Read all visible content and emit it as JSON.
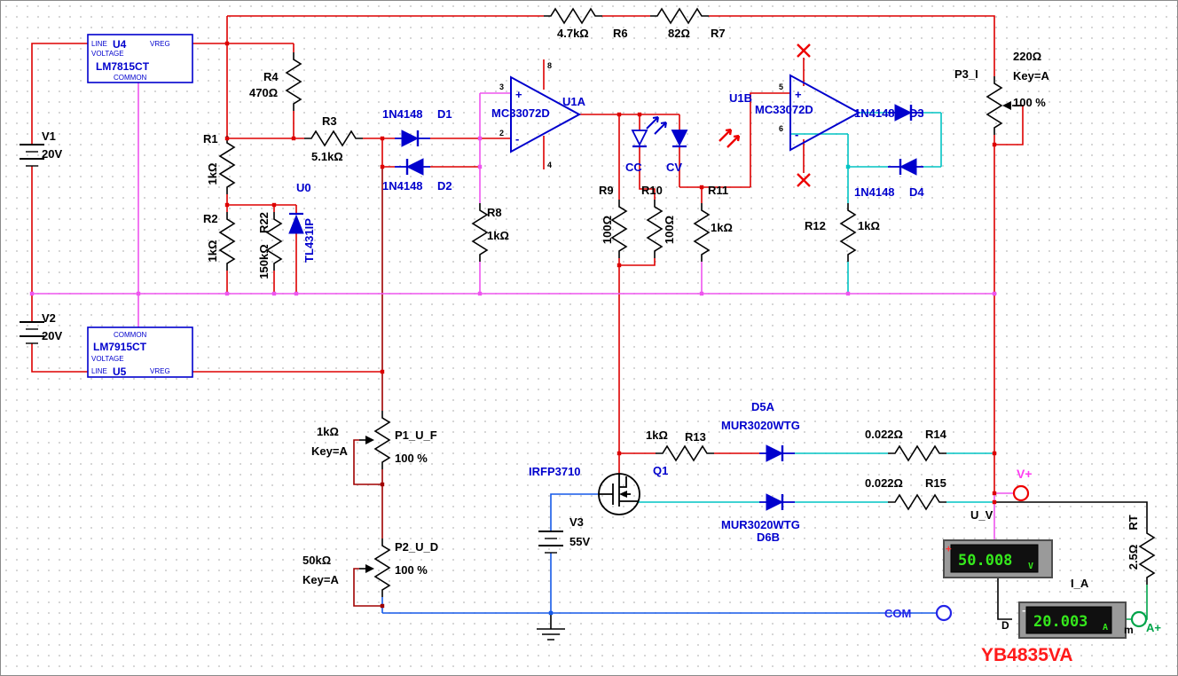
{
  "components": {
    "v1": {
      "ref": "V1",
      "value": "20V"
    },
    "v2": {
      "ref": "V2",
      "value": "20V"
    },
    "v3": {
      "ref": "V3",
      "value": "55V"
    },
    "u4": {
      "pin_line": "LINE",
      "ref": "U4",
      "pin_vreg": "VREG",
      "pin_voltage": "VOLTAGE",
      "part": "LM7815CT",
      "pin_common": "COMMON"
    },
    "u5": {
      "pin_common": "COMMON",
      "part": "LM7915CT",
      "pin_voltage": "VOLTAGE",
      "pin_line": "LINE",
      "ref": "U5",
      "pin_vreg": "VREG"
    },
    "u0": {
      "ref": "U0",
      "part": "TL431IP"
    },
    "u1a": {
      "ref": "U1A",
      "part": "MC33072D",
      "plus": "+",
      "minus": "-",
      "pin3": "3",
      "pin2": "2",
      "pin8": "8",
      "pin4": "4"
    },
    "u1b": {
      "ref": "U1B",
      "part": "MC33072D",
      "plus": "+",
      "minus": "-",
      "pin5": "5",
      "pin6": "6"
    },
    "r1": {
      "ref": "R1",
      "value": "1kΩ"
    },
    "r2": {
      "ref": "R2",
      "value": "1kΩ"
    },
    "r3": {
      "ref": "R3",
      "value": "5.1kΩ"
    },
    "r4": {
      "ref": "R4",
      "value": "470Ω"
    },
    "r6": {
      "ref": "R6",
      "value": "4.7kΩ"
    },
    "r7": {
      "ref": "R7",
      "value": "82Ω"
    },
    "r8": {
      "ref": "R8",
      "value": "1kΩ"
    },
    "r9": {
      "ref": "R9",
      "value": "100Ω"
    },
    "r10": {
      "ref": "R10",
      "value": "100Ω"
    },
    "r11": {
      "ref": "R11",
      "value": "1kΩ"
    },
    "r12": {
      "ref": "R12",
      "value": "1kΩ"
    },
    "r13": {
      "ref": "R13",
      "value": "1kΩ"
    },
    "r14": {
      "ref": "R14",
      "value": "0.022Ω"
    },
    "r15": {
      "ref": "R15",
      "value": "0.022Ω"
    },
    "r22": {
      "ref": "R22",
      "value": "150kΩ"
    },
    "rt": {
      "ref": "RT",
      "value": "2.5Ω"
    },
    "p1": {
      "ref": "P1_U_F",
      "value": "1kΩ",
      "key": "Key=A",
      "setting": "100 %"
    },
    "p2": {
      "ref": "P2_U_D",
      "value": "50kΩ",
      "key": "Key=A",
      "setting": "100 %"
    },
    "p3": {
      "ref": "P3_I",
      "value": "220Ω",
      "key": "Key=A",
      "setting": "100 %"
    },
    "d1": {
      "part": "1N4148",
      "ref": "D1"
    },
    "d2": {
      "part": "1N4148",
      "ref": "D2"
    },
    "d3": {
      "part": "1N4148",
      "ref": "D3"
    },
    "d4": {
      "part": "1N4148",
      "ref": "D4"
    },
    "d5": {
      "part": "MUR3020WTG",
      "ref": "D5A"
    },
    "d6": {
      "part": "MUR3020WTG",
      "ref": "D6B"
    },
    "led_cc": {
      "ref": "CC"
    },
    "led_cv": {
      "ref": "CV"
    },
    "q1": {
      "part": "IRFP3710",
      "ref": "Q1"
    }
  },
  "meters": {
    "u_v": {
      "label": "U_V",
      "reading": "50.008",
      "unit": "V",
      "sign": "+"
    },
    "i_a": {
      "label": "I_A",
      "reading": "20.003",
      "unit": "A",
      "sign": "-"
    },
    "brand": "YB4835VA",
    "fragment_d": "D",
    "fragment_m": "m"
  },
  "terminals": {
    "v_plus": "V+",
    "com": "COM",
    "a_plus": "A+"
  }
}
